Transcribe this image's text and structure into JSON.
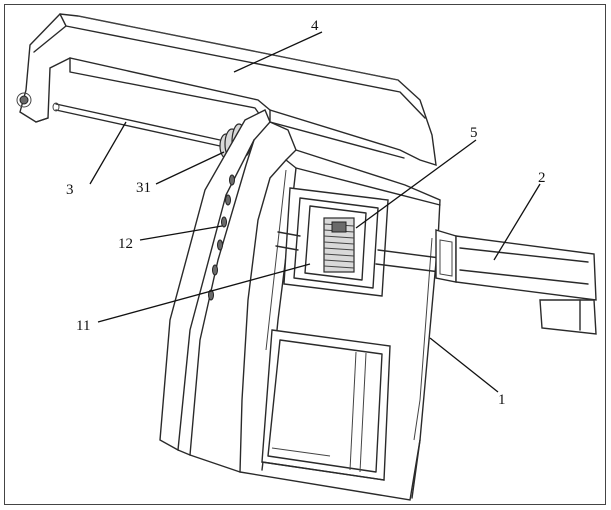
{
  "labels": {
    "body": "1",
    "pull_handle": "2",
    "rod": "3",
    "top_cover": "4",
    "spring_block": "5",
    "slot_part": "11",
    "side_holes": "12",
    "spring": "31"
  }
}
